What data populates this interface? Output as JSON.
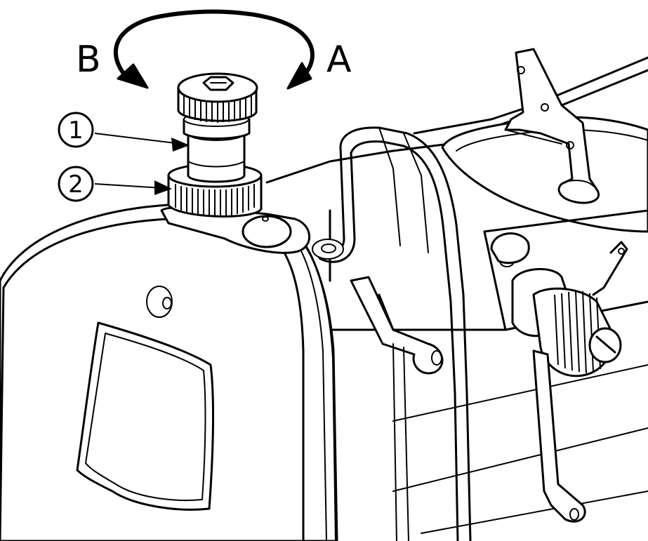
{
  "labels": {
    "rotation_a": "A",
    "rotation_b": "B",
    "callout_1": "1",
    "callout_2": "2"
  },
  "colors": {
    "line": "#000000",
    "background": "#ffffff"
  },
  "icons": {
    "rotation": "curved-double-arrow",
    "callout_marker": "circled-number"
  }
}
